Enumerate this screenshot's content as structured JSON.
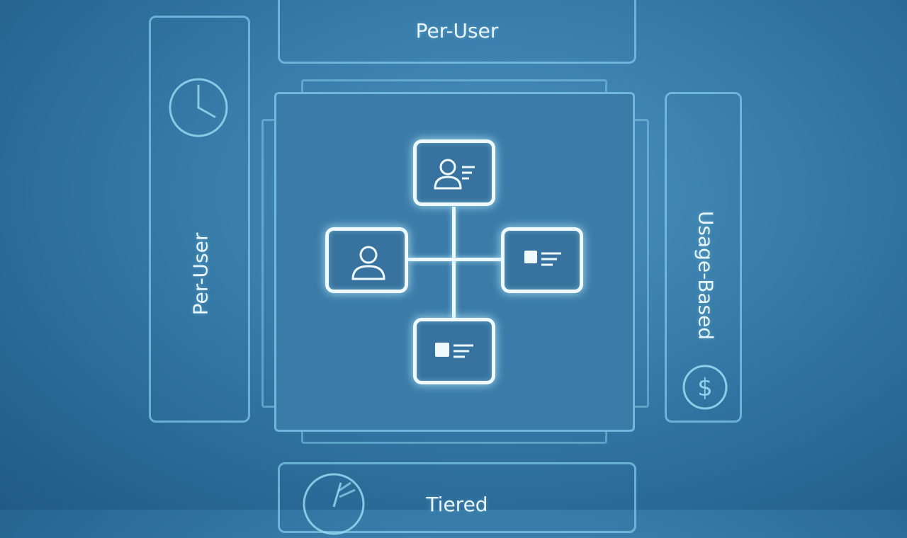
{
  "labels": {
    "top": "Per-User",
    "left": "Per-User",
    "right": "Usage-Based",
    "bottom": "Tiered"
  },
  "icons": {
    "left_panel": "clock-icon",
    "right_panel": "dollar-coin-icon",
    "bottom_panel": "gauge-icon",
    "node_top": "user-profile-icon",
    "node_left": "user-icon",
    "node_right": "card-list-icon",
    "node_bottom": "card-list-icon"
  },
  "colors": {
    "background": "#3b80ad",
    "panel_border": "#7dc8e8",
    "node_glow": "#eefaff"
  }
}
